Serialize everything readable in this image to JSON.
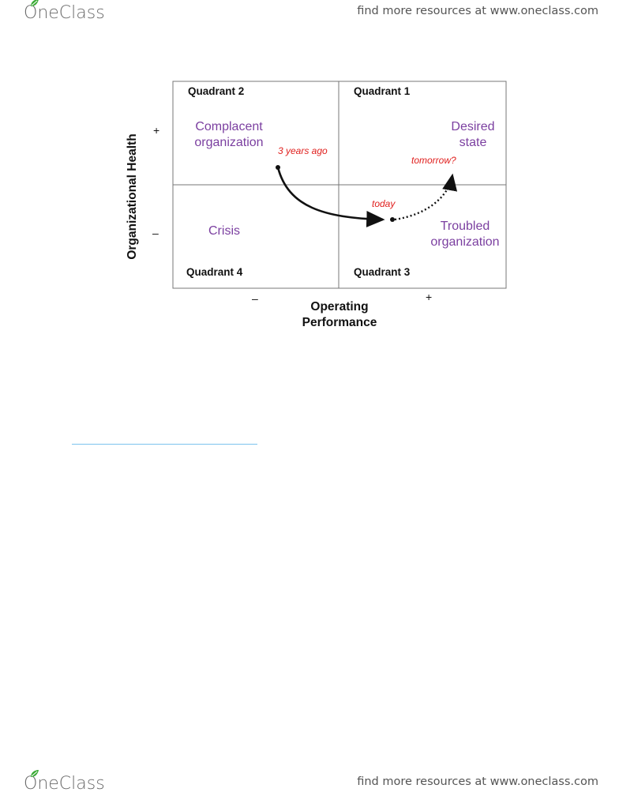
{
  "header": {
    "logo_text": "OneClass",
    "resources_text": "find more resources at www.oneclass.com"
  },
  "footer": {
    "logo_text": "OneClass",
    "resources_text": "find more resources at www.oneclass.com"
  },
  "diagram": {
    "quadrants": {
      "q1": "Quadrant 1",
      "q2": "Quadrant 2",
      "q3": "Quadrant 3",
      "q4": "Quadrant 4"
    },
    "states": {
      "complacent": [
        "Complacent",
        "organization"
      ],
      "desired": [
        "Desired",
        "state"
      ],
      "crisis": "Crisis",
      "troubled": [
        "Troubled",
        "organization"
      ]
    },
    "notes": {
      "past": "3 years ago",
      "present": "today",
      "future": "tomorrow?"
    },
    "y_axis": {
      "title": "Organizational Health",
      "plus": "+",
      "minus": "–"
    },
    "x_axis": {
      "title_line1": "Operating",
      "title_line2": "Performance",
      "plus": "+",
      "minus": "–"
    },
    "colors": {
      "state_text": "#7b3fa0",
      "note_text": "#e0201e",
      "link_rule": "#7cc4ee",
      "logo_leaf": "#3aaa35"
    }
  }
}
